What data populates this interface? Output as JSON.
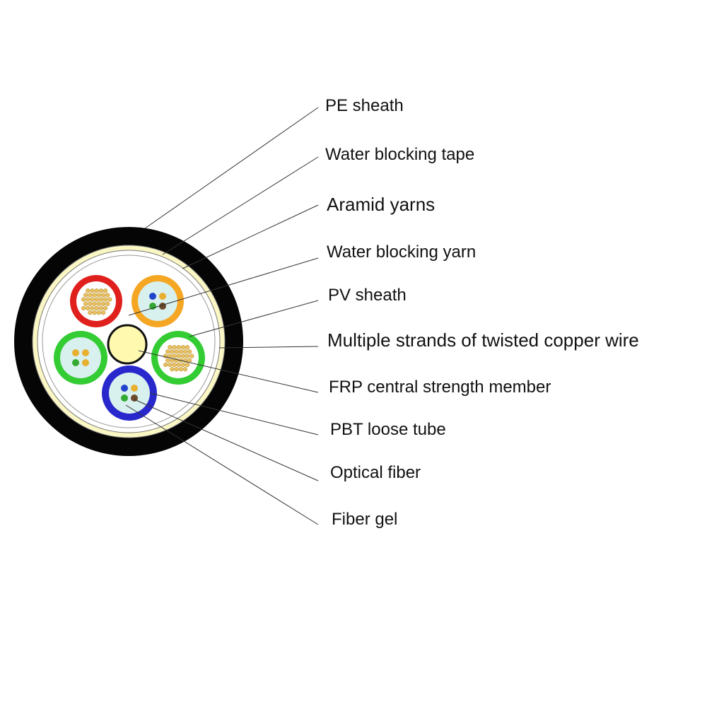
{
  "labels": [
    {
      "key": "pe-sheath",
      "text": "PE sheath"
    },
    {
      "key": "water-blocking-tape",
      "text": "Water blocking tape"
    },
    {
      "key": "aramid-yarns",
      "text": "Aramid yarns"
    },
    {
      "key": "water-blocking-yarn",
      "text": "Water blocking yarn"
    },
    {
      "key": "pv-sheath",
      "text": "PV sheath"
    },
    {
      "key": "copper-wire",
      "text": "Multiple strands of twisted copper wire"
    },
    {
      "key": "frp-member",
      "text": "FRP central strength member"
    },
    {
      "key": "pbt-loose-tube",
      "text": "PBT loose tube"
    },
    {
      "key": "optical-fiber",
      "text": "Optical fiber"
    },
    {
      "key": "fiber-gel",
      "text": "Fiber gel"
    }
  ],
  "colors": {
    "outer_sheath": "#050505",
    "water_blocking_tape": "#fbf7c4",
    "center_member": "#fff9b0",
    "copper": "#e8c060",
    "gel": "#d8f0ee",
    "tubes": [
      {
        "key": "red",
        "ring": "#e0201c"
      },
      {
        "key": "orange",
        "ring": "#f5a623"
      },
      {
        "key": "green-left",
        "ring": "#33cc33"
      },
      {
        "key": "green-right",
        "ring": "#33cc33"
      },
      {
        "key": "blue",
        "ring": "#2828cc"
      }
    ],
    "fiber_dots": [
      "#2244cc",
      "#e8b030",
      "#33aa33",
      "#6b4a2a"
    ]
  }
}
